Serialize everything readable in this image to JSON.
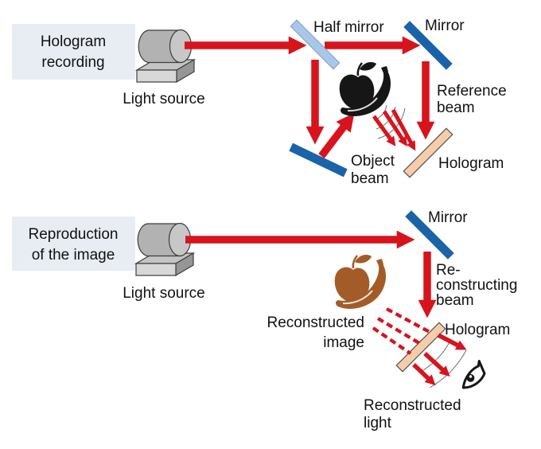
{
  "recording": {
    "title": [
      "Hologram",
      "recording"
    ],
    "light_source_label": "Light source",
    "half_mirror_label": "Half mirror",
    "mirror_label": "Mirror",
    "reference_beam_label": [
      "Reference",
      "beam"
    ],
    "object_beam_label": [
      "Object",
      "beam"
    ],
    "hologram_label": "Hologram"
  },
  "reproduction": {
    "title": [
      "Reproduction",
      "of the image"
    ],
    "light_source_label": "Light source",
    "mirror_label": "Mirror",
    "reconstructing_beam_label": [
      "Re-",
      "constructing",
      "beam"
    ],
    "hologram_label": "Hologram",
    "reconstructed_image_label": [
      "Reconstructed",
      "image"
    ],
    "reconstructed_light_label": [
      "Reconstructed",
      "light"
    ]
  },
  "icons": {
    "light_source": "laser-light-source-icon",
    "object": "apple-banana-silhouette-icon",
    "reconstructed_object": "apple-banana-image-icon",
    "eye": "observer-eye-icon"
  },
  "colors": {
    "beam_red": "#d7141d",
    "mirror_blue": "#1a63a9",
    "half_mirror_blue": "#aac7e9",
    "hologram_tan": "#f5cda9",
    "hologram_edge": "#555555",
    "object_black": "#161616",
    "fruit_brown": "#a35c28",
    "label_box_bg": "#e8edf4",
    "text": "#111111",
    "wavefront_gray": "#707070"
  }
}
